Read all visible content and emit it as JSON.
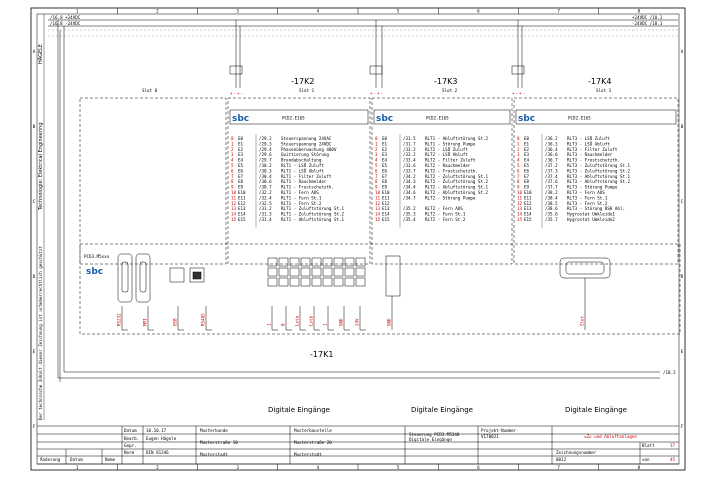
{
  "frame": {
    "columns": [
      "1",
      "2",
      "3",
      "4",
      "5",
      "6",
      "7",
      "8"
    ],
    "rows": [
      "A",
      "B",
      "C",
      "D",
      "E",
      "F"
    ],
    "side_text_top": "HÄGELE",
    "side_text_mid": "Technologie: Elektrical Engineering",
    "side_text_bottom": "Der technische Inhalt dieser Zeichnung ist urheberrechtlich geschützt"
  },
  "power": {
    "left_top": "/16.8 +24VDC",
    "left_bot": "/16.8 -24VDC",
    "right_top": "+24VDC /18.1",
    "right_bot": "-24VDC /18.1",
    "bottom_ref": "/18.2"
  },
  "modules": [
    {
      "tag": "-17K2",
      "slot": "Slot 1",
      "type": "PCD2.E165",
      "rows": [
        [
          "0",
          "E0",
          "/29.2",
          "Steuerspannung 24VAC"
        ],
        [
          "1",
          "E1",
          "/29.3",
          "Steuerspannung 24VDC"
        ],
        [
          "2",
          "E2",
          "/29.4",
          "Phasenüberwachung 400V"
        ],
        [
          "3",
          "E3",
          "/29.6",
          "Quittierung Störung"
        ],
        [
          "4",
          "E4",
          "/29.7",
          "Brandabschaltung"
        ],
        [
          "5",
          "E5",
          "/30.2",
          "RLT1 - LSÜ Zuluft"
        ],
        [
          "6",
          "E6",
          "/30.3",
          "RLT1 - LSÜ Abluft"
        ],
        [
          "7",
          "E7",
          "/30.4",
          "RLT1 - Filter Zuluft"
        ],
        [
          "8",
          "E8",
          "/30.6",
          "RLT1 - Rauchmelder"
        ],
        [
          "9",
          "E9",
          "/30.7",
          "RLT1 - Frostschutzth."
        ],
        [
          "10",
          "E10",
          "/32.2",
          "RLT1 - Fern AUS"
        ],
        [
          "11",
          "E11",
          "/32.4",
          "RLT1 - Fern St.1"
        ],
        [
          "12",
          "E12",
          "/32.5",
          "RLT1 - Fern St.2"
        ],
        [
          "13",
          "E13",
          "/31.2",
          "RLT1 - Zuluftstörung St.1"
        ],
        [
          "14",
          "E14",
          "/31.3",
          "RLT1 - Zuluftstörung St.2"
        ],
        [
          "15",
          "E15",
          "/31.4",
          "RLT1 - Abluftstörung St.1"
        ]
      ],
      "caption": "Digitale Eingänge"
    },
    {
      "tag": "-17K3",
      "slot": "Slot 2",
      "type": "PCD2.E165",
      "rows": [
        [
          "0",
          "E0",
          "/31.5",
          "RLT1 - Abluftstörung St.2"
        ],
        [
          "1",
          "E1",
          "/31.7",
          "RLT1 - Störung Pumpe"
        ],
        [
          "2",
          "E2",
          "/33.2",
          "RLT2 - LSÜ Zuluft"
        ],
        [
          "3",
          "E3",
          "/33.2",
          "RLT2 - LSÜ Abluft"
        ],
        [
          "4",
          "E4",
          "/33.4",
          "RLT2 - Filter Zuluft"
        ],
        [
          "5",
          "E5",
          "/33.6",
          "RLT2 - Rauchmelder"
        ],
        [
          "6",
          "E6",
          "/33.7",
          "RLT2 - Frostschutzth."
        ],
        [
          "7",
          "E7",
          "/34.2",
          "RLT2 - Zuluftstörung St.1"
        ],
        [
          "8",
          "E8",
          "/34.3",
          "RLT2 - Zuluftstörung St.2"
        ],
        [
          "9",
          "E9",
          "/34.4",
          "RLT2 - Abluftstörung St.1"
        ],
        [
          "10",
          "E10",
          "/34.6",
          "RLT2 - Abluftstörung St.2"
        ],
        [
          "11",
          "E11",
          "/34.7",
          "RLT2 - Störung Pumpe"
        ],
        [
          "12",
          "E12",
          "",
          ""
        ],
        [
          "13",
          "E13",
          "/35.2",
          "RLT2 - Fern AUS"
        ],
        [
          "14",
          "E14",
          "/35.3",
          "RLT2 - Fern St.1"
        ],
        [
          "15",
          "E15",
          "/35.4",
          "RLT2 - Fern St.2"
        ]
      ],
      "caption": "Digitale Eingänge"
    },
    {
      "tag": "-17K4",
      "slot": "Slot 3",
      "type": "PCD2.E165",
      "rows": [
        [
          "0",
          "E0",
          "/36.2",
          "RLT3 - LSÜ Zuluft"
        ],
        [
          "1",
          "E1",
          "/36.3",
          "RLT3 - LSÜ Abluft"
        ],
        [
          "2",
          "E2",
          "/36.4",
          "RLT3 - Filter Zuluft"
        ],
        [
          "3",
          "E3",
          "/36.6",
          "RLT3 - Rauchmelder"
        ],
        [
          "4",
          "E4",
          "/36.7",
          "RLT3 - Frostschutzth."
        ],
        [
          "5",
          "E5",
          "/37.2",
          "RLT3 - Zuluftstörung St.1"
        ],
        [
          "6",
          "E6",
          "/37.3",
          "RLT3 - Zuluftstörung St.2"
        ],
        [
          "7",
          "E7",
          "/37.4",
          "RLT3 - Abluftstörung St.1"
        ],
        [
          "8",
          "E8",
          "/37.6",
          "RLT3 - Abluftstörung St.2"
        ],
        [
          "9",
          "E9",
          "/37.7",
          "RLT3 - Störung Pumpe"
        ],
        [
          "10",
          "E10",
          "/38.2",
          "RLT3 - Fern AUS"
        ],
        [
          "11",
          "E11",
          "/38.4",
          "RLT3 - Fern St.1"
        ],
        [
          "12",
          "E12",
          "/38.5",
          "RLT3 - Fern St.2"
        ],
        [
          "13",
          "E13",
          "/38.6",
          "RLT3 - Störung BSK Abl."
        ],
        [
          "14",
          "E14",
          "/35.6",
          "Hygrostat Umkleide1"
        ],
        [
          "15",
          "E15",
          "/35.7",
          "Hygrostat Umkleide2"
        ]
      ],
      "caption": "Digitale Eingänge"
    }
  ],
  "slot0": "Slot 0",
  "cpu": {
    "type": "PCD3.M5xxx",
    "tag": "-17K1",
    "pins": [
      "RS232",
      "MPI",
      "USB",
      "RS485",
      "1",
      "0",
      "Lsta",
      "Lstb",
      "1",
      "GND",
      "24V"
    ],
    "gnd_pin": "GND",
    "plug_label": "Slot"
  },
  "titleblock": {
    "datum_label": "Datum",
    "datum": "10.10.17",
    "bearb_label": "Bearb.",
    "bearb": "Eugen Hägele",
    "gepr_label": "Gepr.",
    "norm_label": "Norm",
    "norm": "DIN 81346",
    "aenderung": "Änderung",
    "datum2": "Datum",
    "name": "Name",
    "customer": [
      "Musterkunde",
      "Musterstraße 10",
      "Musterstadt"
    ],
    "site": [
      "Musterbaustelle",
      "Musterstraße 20",
      "Musterstadt"
    ],
    "desc": [
      "Steuerung PCD3.M5340",
      "Digitale Eingänge"
    ],
    "projekt_label": "Projekt-Nummer",
    "projekt": "V170821",
    "zeichnung_label": "Zeichnungsnummer",
    "zeichnung": "0012",
    "title": "=Zu und Abluftanlagen",
    "blatt_label": "Blatt",
    "blatt": "17",
    "von_label": "von",
    "von": "45"
  }
}
